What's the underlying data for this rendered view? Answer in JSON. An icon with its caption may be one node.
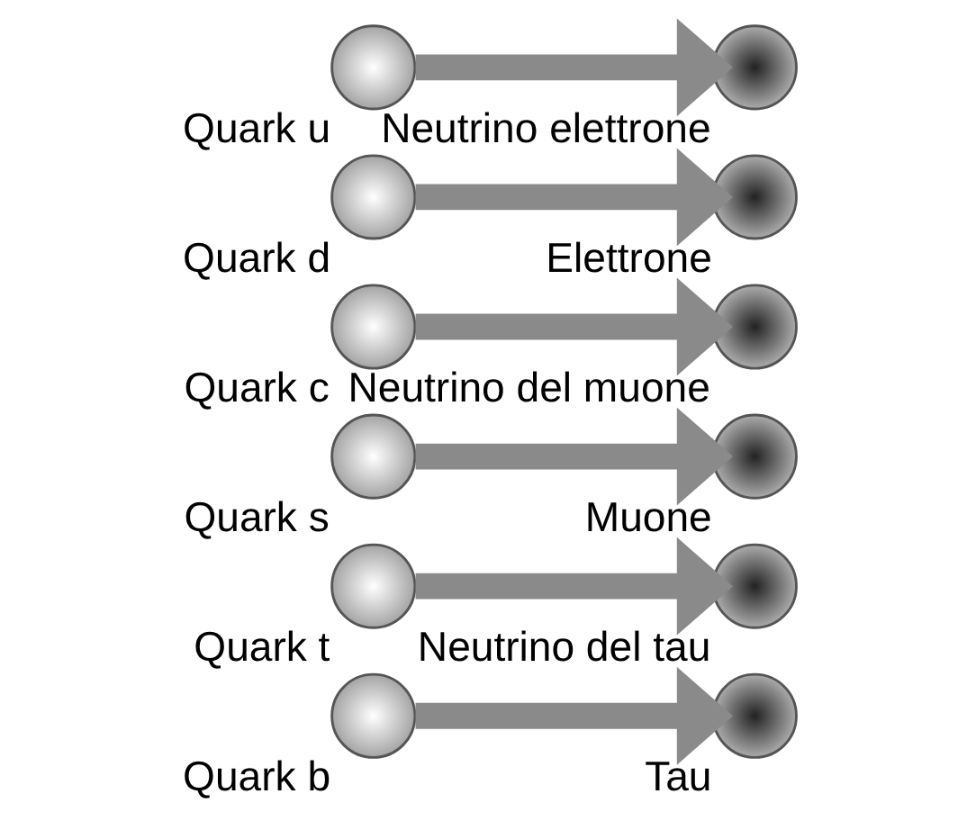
{
  "diagram": {
    "nodes": [
      {
        "text": [],
        "shape": "circle",
        "beside": [
          "Quark u"
        ]
      },
      {
        "text": [],
        "shape": "circle",
        "beside": [
          "Neutrino elettrone"
        ]
      },
      {
        "text": [],
        "shape": "circle",
        "beside": [
          "Quark d"
        ]
      },
      {
        "text": [],
        "shape": "circle",
        "beside": [
          "Elettrone"
        ]
      },
      {
        "text": [],
        "shape": "circle",
        "beside": [
          "Quark c"
        ]
      },
      {
        "text": [],
        "shape": "circle",
        "beside": [
          "Neutrino del muone"
        ]
      },
      {
        "text": [],
        "shape": "circle",
        "beside": [
          "Quark s"
        ]
      },
      {
        "text": [],
        "shape": "circle",
        "beside": [
          "Muone"
        ]
      },
      {
        "text": [],
        "shape": "circle",
        "beside": [
          "Quark t"
        ]
      },
      {
        "text": [],
        "shape": "circle",
        "beside": [
          "Neutrino del tau"
        ]
      },
      {
        "text": [],
        "shape": "circle",
        "beside": [
          "Quark b"
        ]
      },
      {
        "text": [],
        "shape": "circle",
        "beside": [
          "Tau"
        ]
      }
    ],
    "edges": [
      {
        "from": 0,
        "to": 1,
        "arrow": "to"
      },
      {
        "from": 2,
        "to": 3,
        "arrow": "to"
      },
      {
        "from": 4,
        "to": 5,
        "arrow": "to"
      },
      {
        "from": 6,
        "to": 7,
        "arrow": "to"
      },
      {
        "from": 8,
        "to": 9,
        "arrow": "to"
      },
      {
        "from": 10,
        "to": 11,
        "arrow": "to"
      }
    ]
  }
}
